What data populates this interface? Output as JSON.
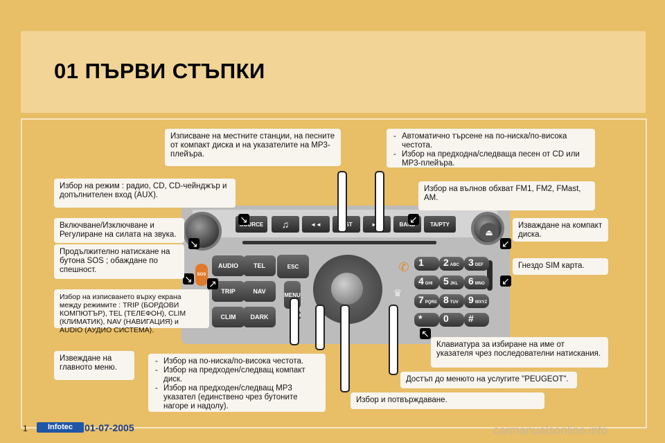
{
  "title": "01 ПЪРВИ СТЪПКИ",
  "notes": {
    "mode_select": "Избор на режим : радио, CD, CD-чейнджър и допълнителен вход (AUX).",
    "power_volume": "Включване/Изключване и Регулиране на силата на звука.",
    "sos_press": "Продължително натискане на бутона SOS ; обаждане по спешност.",
    "display_mode": "Избор на изписването върху екрана между режимите : TRIP (БОРДОВИ КОМПЮТЪР), TEL (ТЕЛЕФОН), CLIM (КЛИМАТИК), NAV (НАВИГАЦИЯ) и AUDIO (АУДИО СИСТЕМА).",
    "main_menu": "Извеждане на главното меню.",
    "list_display": "Изписване на местните станции, на песните от компакт диска и на указателите на MP3-плейъра.",
    "seek_items": [
      "Автоматично търсене на по-ниска/по-висока честота.",
      "Избор на предходна/следваща песен от CD или MP3-плейъра."
    ],
    "band_select": "Избор на вълнов обхват FM1, FM2, FMast, AM.",
    "eject": "Изваждане на компакт диска.",
    "sim_slot": "Гнездо SIM карта.",
    "keypad": "Клавиатура за избиране на име от указателя чрез последователни натискания.",
    "peugeot_menu": "Достъп до менюто на услугите \"PEUGEOT\".",
    "confirm": "Избор и потвърждаване.",
    "dpad_items": [
      "Избор на по-ниска/по-висока честота.",
      "Избор на предходен/следващ компакт диск.",
      "Избор на предходен/следващ MP3 указател (единствено чрез бутоните нагоре и надолу)."
    ]
  },
  "device": {
    "function_buttons": [
      "SOURCE",
      "♫",
      "◄◄",
      "LIST",
      "►►",
      "BAND",
      "TA/PTY"
    ],
    "left_buttons": [
      "AUDIO",
      "TEL",
      "TRIP",
      "NAV",
      "CLIM",
      "DARK"
    ],
    "esc_label": "ESC",
    "menu_label": "MENU",
    "sos_label": "SOS",
    "keys": [
      {
        "num": "1",
        "letters": ""
      },
      {
        "num": "2",
        "letters": "ABC"
      },
      {
        "num": "3",
        "letters": "DEF"
      },
      {
        "num": "4",
        "letters": "GHI"
      },
      {
        "num": "5",
        "letters": "JKL"
      },
      {
        "num": "6",
        "letters": "MNO"
      },
      {
        "num": "7",
        "letters": "PQRS"
      },
      {
        "num": "8",
        "letters": "TUV"
      },
      {
        "num": "9",
        "letters": "WXYZ"
      },
      {
        "num": "*",
        "letters": ""
      },
      {
        "num": "0",
        "letters": ""
      },
      {
        "num": "#",
        "letters": ""
      }
    ]
  },
  "footer": {
    "page_number": "1",
    "logo_text": "Infotec",
    "date": "01-07-2005",
    "watermark": "carmanualsonline.info"
  }
}
